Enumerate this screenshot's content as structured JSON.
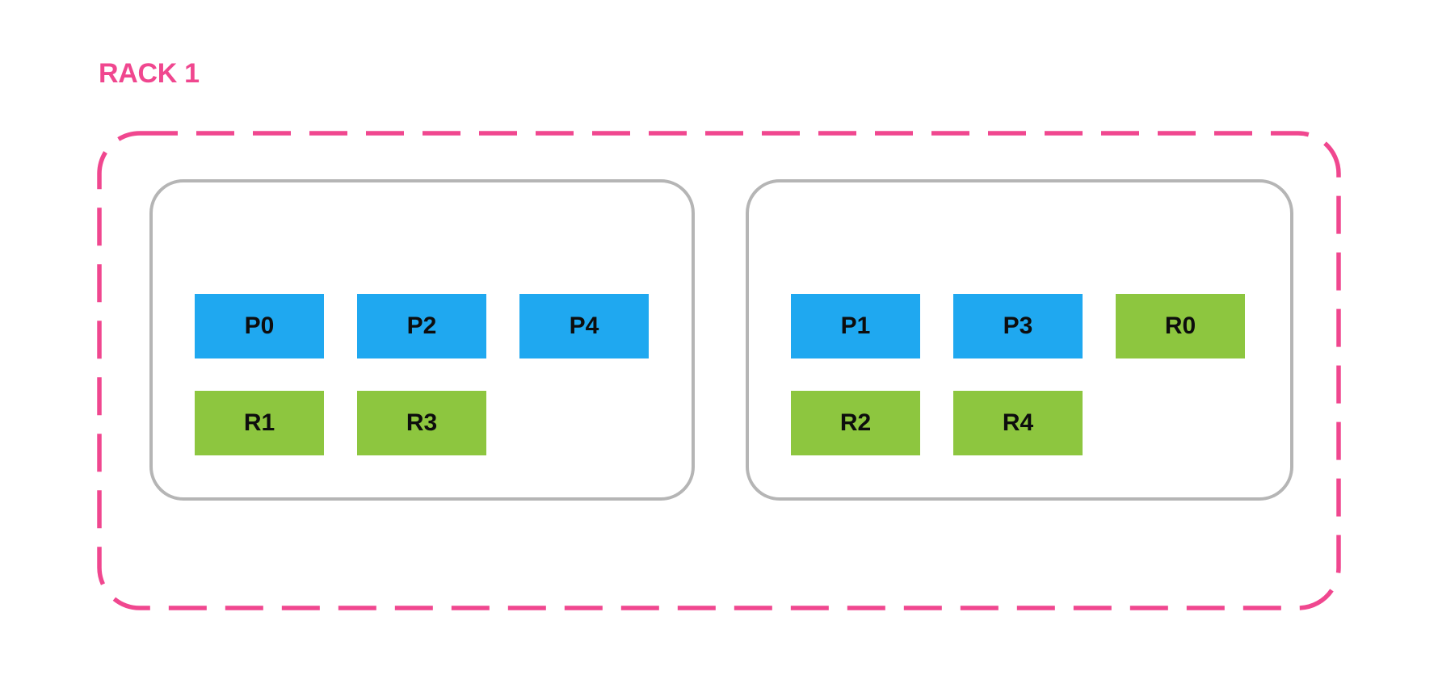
{
  "colors": {
    "background": "#ffffff",
    "accent_pink": "#f0478f",
    "host_border_gray": "#b5b5b5",
    "primary_block_blue": "#1fa8f0",
    "replica_block_green": "#8dc63f",
    "block_text": "#0d0d0d"
  },
  "rack": {
    "label": "RACK 1",
    "hosts": [
      {
        "rows": [
          [
            {
              "label": "P0",
              "type": "primary"
            },
            {
              "label": "P2",
              "type": "primary"
            },
            {
              "label": "P4",
              "type": "primary"
            }
          ],
          [
            {
              "label": "R1",
              "type": "replica"
            },
            {
              "label": "R3",
              "type": "replica"
            }
          ]
        ]
      },
      {
        "rows": [
          [
            {
              "label": "P1",
              "type": "primary"
            },
            {
              "label": "P3",
              "type": "primary"
            },
            {
              "label": "R0",
              "type": "replica"
            }
          ],
          [
            {
              "label": "R2",
              "type": "replica"
            },
            {
              "label": "R4",
              "type": "replica"
            }
          ]
        ]
      }
    ]
  }
}
